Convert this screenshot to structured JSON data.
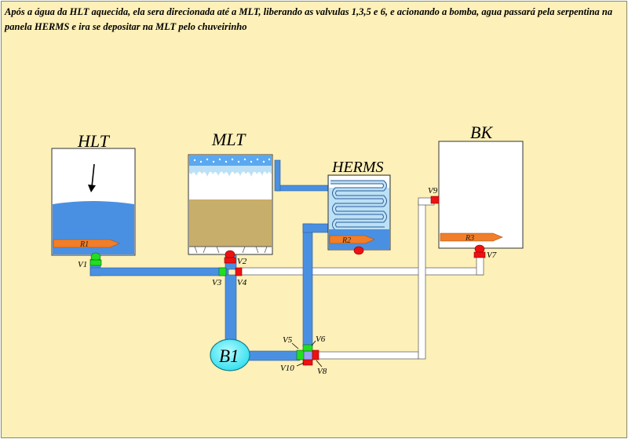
{
  "description": "Após a água da HLT aquecida, ela sera direcionada até a MLT, liberando as valvulas 1,3,5 e 6, e acionando a bomba, agua passará pela serpentina na panela HERMS e ira se depositar na MLT pelo chuveirinho",
  "colors": {
    "background": "#FDF0B8",
    "water": "#4A90E2",
    "malt": "#C8AE6B",
    "valve_open": "#22DD22",
    "valve_closed": "#EE1111",
    "pump": "#33E0F0",
    "resistance": "#F07E2A"
  },
  "vessels": {
    "hlt": {
      "label": "HLT",
      "resistance": "R1"
    },
    "mlt": {
      "label": "MLT"
    },
    "herms": {
      "label": "HERMS",
      "resistance": "R2"
    },
    "bk": {
      "label": "BK",
      "resistance": "R3"
    }
  },
  "pump": {
    "label": "B1"
  },
  "valves": {
    "v1": {
      "label": "V1",
      "state": "open"
    },
    "v2": {
      "label": "V2",
      "state": "closed"
    },
    "v3": {
      "label": "V3",
      "state": "open"
    },
    "v4": {
      "label": "V4",
      "state": "closed"
    },
    "v5": {
      "label": "V5",
      "state": "open"
    },
    "v6": {
      "label": "V6",
      "state": "open"
    },
    "v7": {
      "label": "V7",
      "state": "closed"
    },
    "v8": {
      "label": "V8",
      "state": "closed"
    },
    "v9": {
      "label": "V9",
      "state": "closed"
    },
    "v10": {
      "label": "V10",
      "state": "closed"
    }
  }
}
